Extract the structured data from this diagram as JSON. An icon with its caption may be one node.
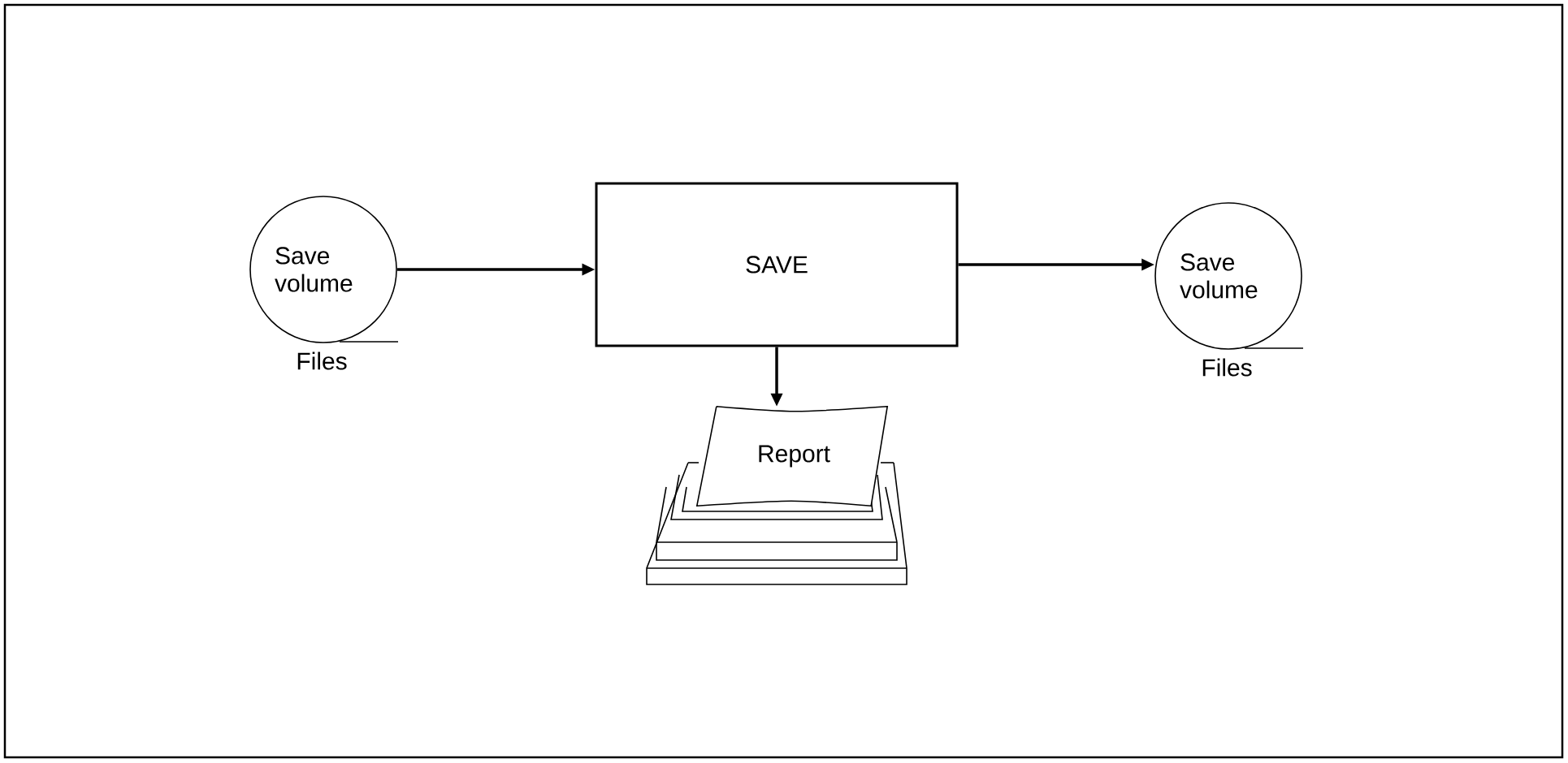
{
  "diagram": {
    "nodes": [
      {
        "text": [
          "Save volume"
        ],
        "beside": [
          "Files"
        ]
      },
      {
        "text": [
          "SAVE"
        ]
      },
      {
        "text": [
          "Report"
        ]
      },
      {
        "text": [
          "Save volume"
        ],
        "beside": [
          "Files"
        ]
      }
    ],
    "edges": [
      {
        "from": 0,
        "to": 1,
        "arrow": "to"
      },
      {
        "from": 1,
        "to": 3,
        "arrow": "to"
      },
      {
        "from": 1,
        "to": 2,
        "arrow": "to"
      }
    ]
  }
}
